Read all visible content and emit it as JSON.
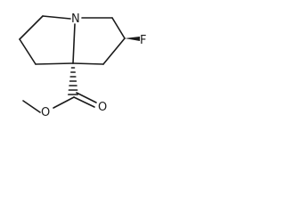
{
  "molecule": {
    "atoms": {
      "n1": "N",
      "f1": "F",
      "o_carbonyl": "O",
      "o_ester": "O"
    }
  }
}
